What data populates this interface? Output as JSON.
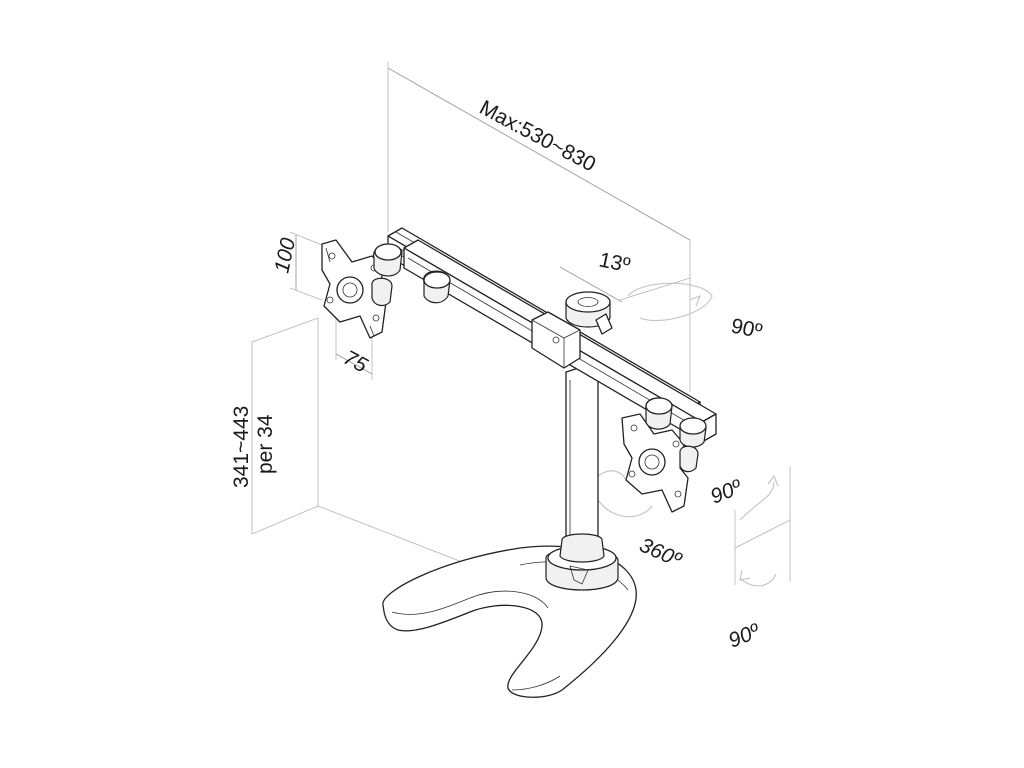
{
  "dimensions": {
    "max_width": "Max:530~830",
    "tilt_top": "13º",
    "swivel_right": "90º",
    "height_vesa": "100",
    "width_vesa": "75",
    "height_range": "341~443",
    "height_step": "per 34",
    "rotation_head": "90º",
    "base_rotation": "360º",
    "pivot": "90º"
  },
  "colors": {
    "line": "#222222",
    "guide": "#9a9a9a",
    "fill": "#ffffff"
  }
}
